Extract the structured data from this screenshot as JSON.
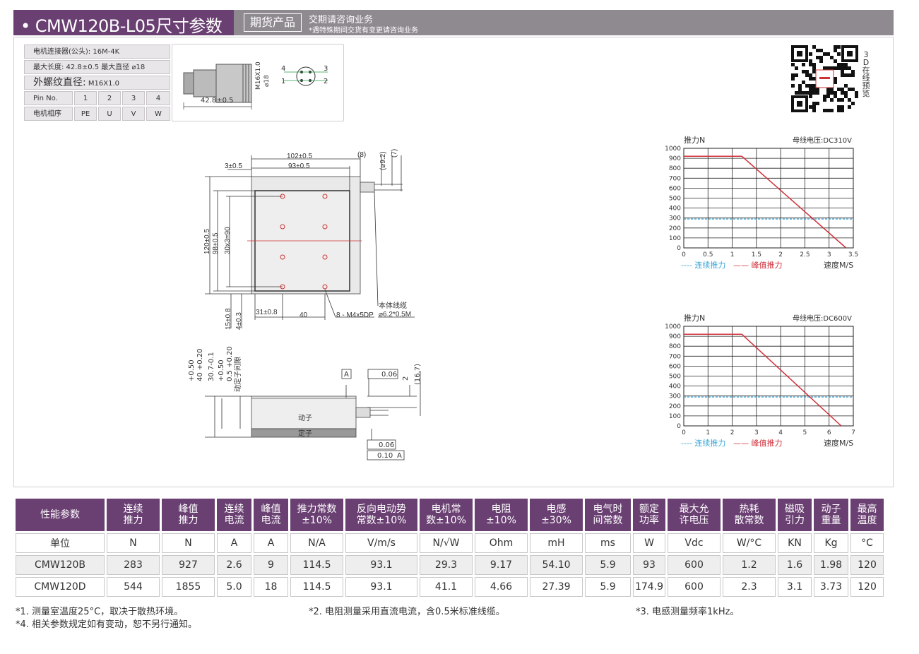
{
  "header": {
    "title": "• CMW120B-L05尺寸参数",
    "badge": "期货产品",
    "sub1": "交期请咨询业务",
    "sub2": "*遇特殊期间交货有变更请咨询业务"
  },
  "connector": {
    "row1": "电机连接器(公头): 16M-4K",
    "row2": "最大长度:  42.8±0.5   最大直径 ⌀18",
    "row3_label": "外螺纹直径:",
    "row3_value": " M16X1.0",
    "pin_label": "Pin No.",
    "pins": [
      "1",
      "2",
      "3",
      "4"
    ],
    "phase_label": "电机相序",
    "phases": [
      "PE",
      "U",
      "V",
      "W"
    ],
    "dim_length": "42.8±0.5",
    "dim_thread": "M16X1.0",
    "dim_dia": "⌀18",
    "pin_nums": [
      "4",
      "3",
      "1",
      "2"
    ]
  },
  "qr": {
    "label": "3D在线预览"
  },
  "drawing": {
    "dims": {
      "w102": "102±0.5",
      "w93": "93±0.5",
      "d3": "3±0.5",
      "d8": "(8)",
      "d92": "(⌀9.2)",
      "d7": "(7)",
      "h120": "120±0.5",
      "h98": "98±0.5",
      "h30x3": "30x3=90",
      "h15": "15±0.8",
      "h4": "4±0.3",
      "w31": "31±0.8",
      "w40": "40",
      "holes": "8 - M4x5DP",
      "cable1": "本体线缆",
      "cable2": "⌀6.2*0.5M",
      "s40": "40 +0.20",
      "s40b": "+0.50",
      "s307": "30.7-0.1",
      "s05": "0.5 +0.20",
      "s05b": "+0.50",
      "s05c": "动定子间隙",
      "datumA": "A",
      "flat1": "0.06",
      "d2": "2",
      "d167": "(16.7)",
      "mover": "动子",
      "stator": "定子",
      "flat2": "0.06",
      "par": "0.10",
      "parA": "A"
    }
  },
  "charts": [
    {
      "ytitle": "推力N",
      "voltage": "母线电压:DC310V",
      "xtitle": "速度M/S",
      "legend_cont": "---- 连续推力",
      "legend_peak": "—— 峰值推力"
    },
    {
      "ytitle": "推力N",
      "voltage": "母线电压:DC600V",
      "xtitle": "速度M/S",
      "legend_cont": "---- 连续推力",
      "legend_peak": "—— 峰值推力"
    }
  ],
  "chart_data": [
    {
      "type": "line",
      "title": "",
      "xlabel": "速度M/S",
      "ylabel": "推力N",
      "x_ticks": [
        "0",
        "0.5",
        "1",
        "1.5",
        "2",
        "2.5",
        "3",
        "3.5"
      ],
      "y_ticks": [
        "0",
        "100",
        "200",
        "300",
        "400",
        "500",
        "600",
        "700",
        "800",
        "900",
        "1000"
      ],
      "xlim": [
        0,
        3.5
      ],
      "ylim": [
        0,
        1000
      ],
      "grid": true,
      "legend": "bottom-left",
      "series": [
        {
          "name": "连续推力",
          "color": "#3aa7d8",
          "dashed": true,
          "x": [
            0,
            3.5
          ],
          "y": [
            290,
            290
          ]
        },
        {
          "name": "峰值推力",
          "color": "#d0303a",
          "dashed": false,
          "x": [
            0,
            1.2,
            3.35
          ],
          "y": [
            920,
            920,
            0
          ]
        }
      ]
    },
    {
      "type": "line",
      "title": "",
      "xlabel": "速度M/S",
      "ylabel": "推力N",
      "x_ticks": [
        "0",
        "1",
        "2",
        "3",
        "4",
        "5",
        "6",
        "7"
      ],
      "y_ticks": [
        "0",
        "100",
        "200",
        "300",
        "400",
        "500",
        "600",
        "700",
        "800",
        "900",
        "1000"
      ],
      "xlim": [
        0,
        7
      ],
      "ylim": [
        0,
        1000
      ],
      "grid": true,
      "legend": "bottom-left",
      "series": [
        {
          "name": "连续推力",
          "color": "#3aa7d8",
          "dashed": true,
          "x": [
            0,
            7
          ],
          "y": [
            290,
            290
          ]
        },
        {
          "name": "峰值推力",
          "color": "#d0303a",
          "dashed": false,
          "x": [
            0,
            2.4,
            6.5
          ],
          "y": [
            920,
            920,
            0
          ]
        }
      ]
    }
  ],
  "table": {
    "headers": [
      "性能参数",
      "连续推力",
      "峰值推力",
      "连续电流",
      "峰值电流",
      "推力常数±10%",
      "反向电动势常数±10%",
      "电机常数±10%",
      "电阻±10%",
      "电感±30%",
      "电气时间常数",
      "额定功率",
      "最大允许电压",
      "热耗散常数",
      "磁吸引力",
      "动子重量",
      "最高温度"
    ],
    "header_lines": [
      [
        "性能参数"
      ],
      [
        "连续",
        "推力"
      ],
      [
        "峰值",
        "推力"
      ],
      [
        "连续",
        "电流"
      ],
      [
        "峰值",
        "电流"
      ],
      [
        "推力常数",
        "±10%"
      ],
      [
        "反向电动势",
        "常数±10%"
      ],
      [
        "电机常",
        "数±10%"
      ],
      [
        "电阻",
        "±10%"
      ],
      [
        "电感",
        "±30%"
      ],
      [
        "电气时",
        "间常数"
      ],
      [
        "额定",
        "功率"
      ],
      [
        "最大允",
        "许电压"
      ],
      [
        "热耗",
        "散常数"
      ],
      [
        "磁吸",
        "引力"
      ],
      [
        "动子",
        "重量"
      ],
      [
        "最高",
        "温度"
      ]
    ],
    "units": [
      "单位",
      "N",
      "N",
      "A",
      "A",
      "N/A",
      "V/m/s",
      "N/√W",
      "Ohm",
      "mH",
      "ms",
      "W",
      "Vdc",
      "W/°C",
      "KN",
      "Kg",
      "°C"
    ],
    "rows": [
      [
        "CMW120B",
        "283",
        "927",
        "2.6",
        "9",
        "114.5",
        "93.1",
        "29.3",
        "9.17",
        "54.10",
        "5.9",
        "93",
        "600",
        "1.2",
        "1.6",
        "1.98",
        "120"
      ],
      [
        "CMW120D",
        "544",
        "1855",
        "5.0",
        "18",
        "114.5",
        "93.1",
        "41.1",
        "4.66",
        "27.39",
        "5.9",
        "174.9",
        "600",
        "2.3",
        "3.1",
        "3.73",
        "120"
      ]
    ]
  },
  "footnotes": {
    "n1": "*1. 测量室温度25°C，取决于散热环境。",
    "n2": "*2. 电阻测量采用直流电流，含0.5米标准线缆。",
    "n3": "*3. 电感测量频率1kHz。",
    "n4": "*4. 相关参数规定如有变动，恕不另行通知。"
  }
}
